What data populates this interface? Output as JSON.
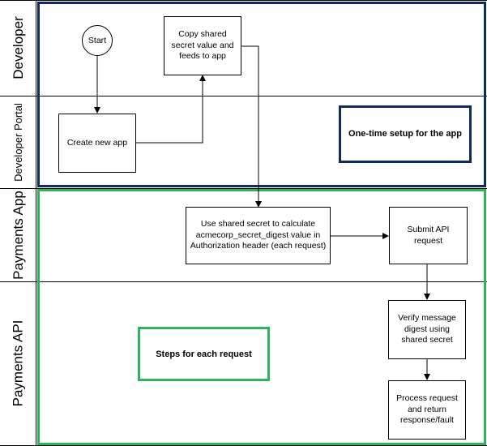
{
  "lanes": [
    {
      "label": "Developer"
    },
    {
      "label": "Developer Portal"
    },
    {
      "label": "Payments App"
    },
    {
      "label": "Payments API"
    }
  ],
  "nodes": {
    "start": "Start",
    "create_app": "Create new app",
    "copy_secret": "Copy shared secret value and feeds to app",
    "calc_digest": "Use shared secret to calculate acmecorp_secret_digest value in Authorization header (each request)",
    "submit_request": "Submit API request",
    "verify_digest": "Verify message digest using shared secret",
    "process_request": "Process request and return response/fault"
  },
  "notes": {
    "one_time": "One-time setup for the app",
    "each_request": "Steps for each request"
  },
  "colors": {
    "setup_frame": "#0f2a5c",
    "request_frame": "#2db35a"
  }
}
